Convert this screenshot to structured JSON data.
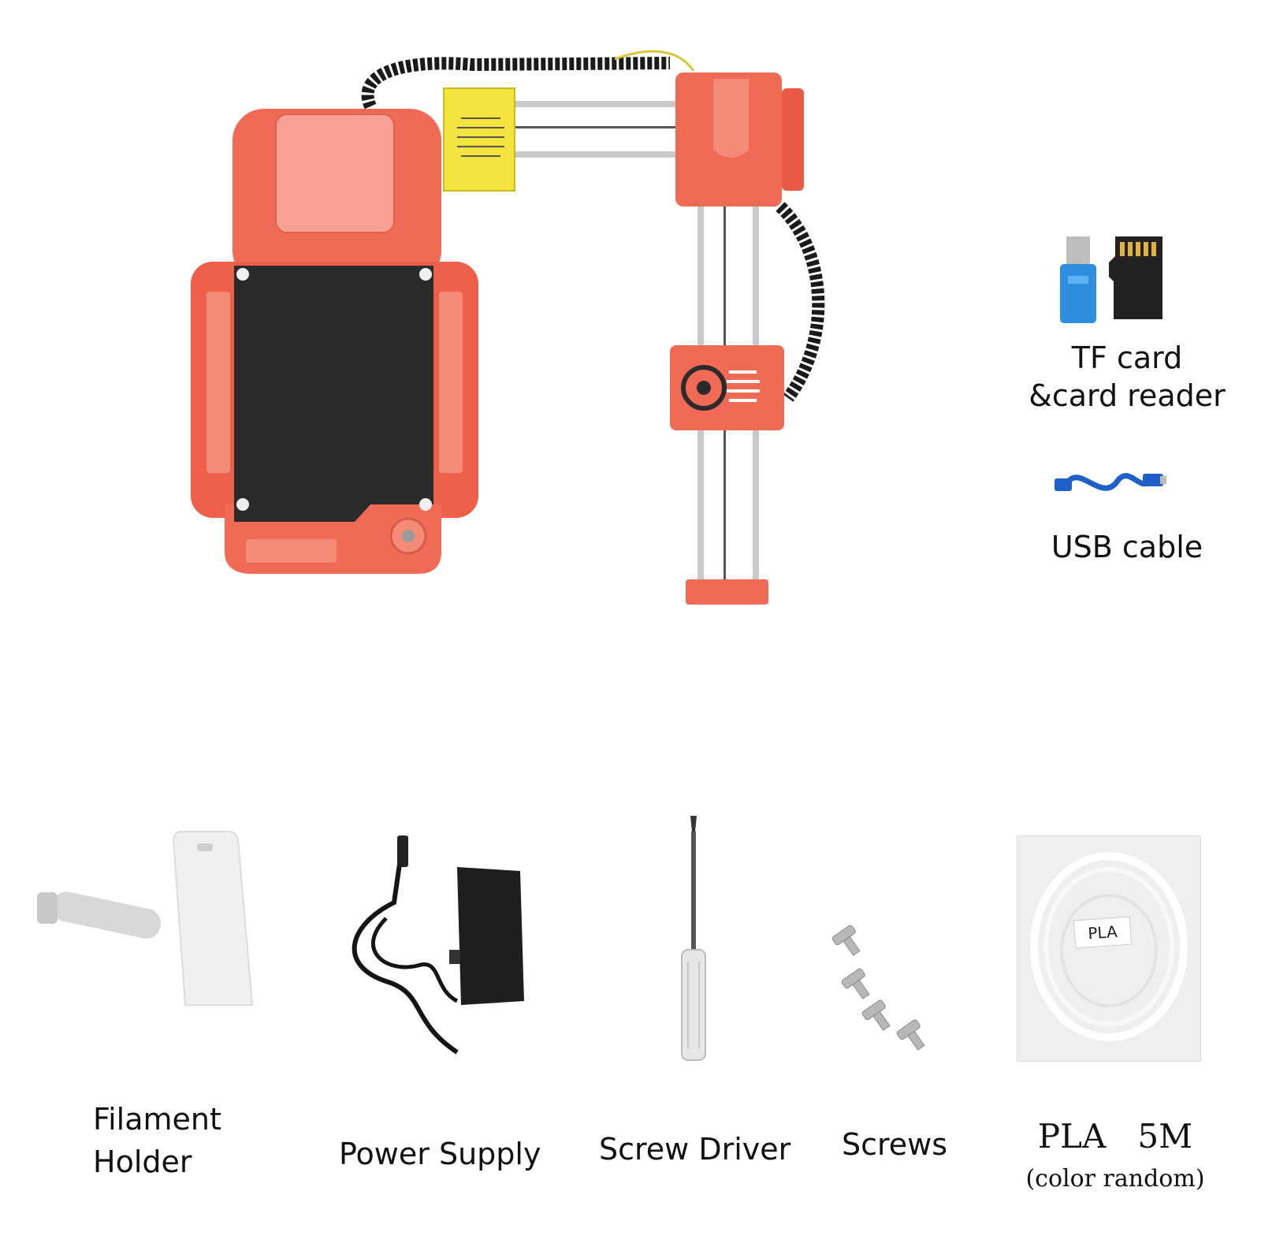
{
  "accessories": {
    "tf_card_line1": "TF card",
    "tf_card_line2": "&card reader",
    "usb_cable": "USB cable"
  },
  "kit": {
    "filament_holder_line1": "Filament",
    "filament_holder_line2": "Holder",
    "power_supply": "Power Supply",
    "screw_driver": "Screw Driver",
    "screws": "Screws",
    "pla_label_tag": "PLA",
    "pla_title": "PLA   5M",
    "pla_note": "(color random)"
  },
  "colors": {
    "printer_body": "#f06a55",
    "bed": "#2b2b2b",
    "yellow_motor": "#f5e342",
    "rail": "#c9c9c9",
    "cable": "#1a1a1a"
  },
  "icons": [
    "printer-image",
    "tf-card-icon",
    "card-reader-icon",
    "usb-cable-icon",
    "filament-holder-icon",
    "power-adapter-icon",
    "screwdriver-icon",
    "screws-icon",
    "pla-filament-icon"
  ]
}
